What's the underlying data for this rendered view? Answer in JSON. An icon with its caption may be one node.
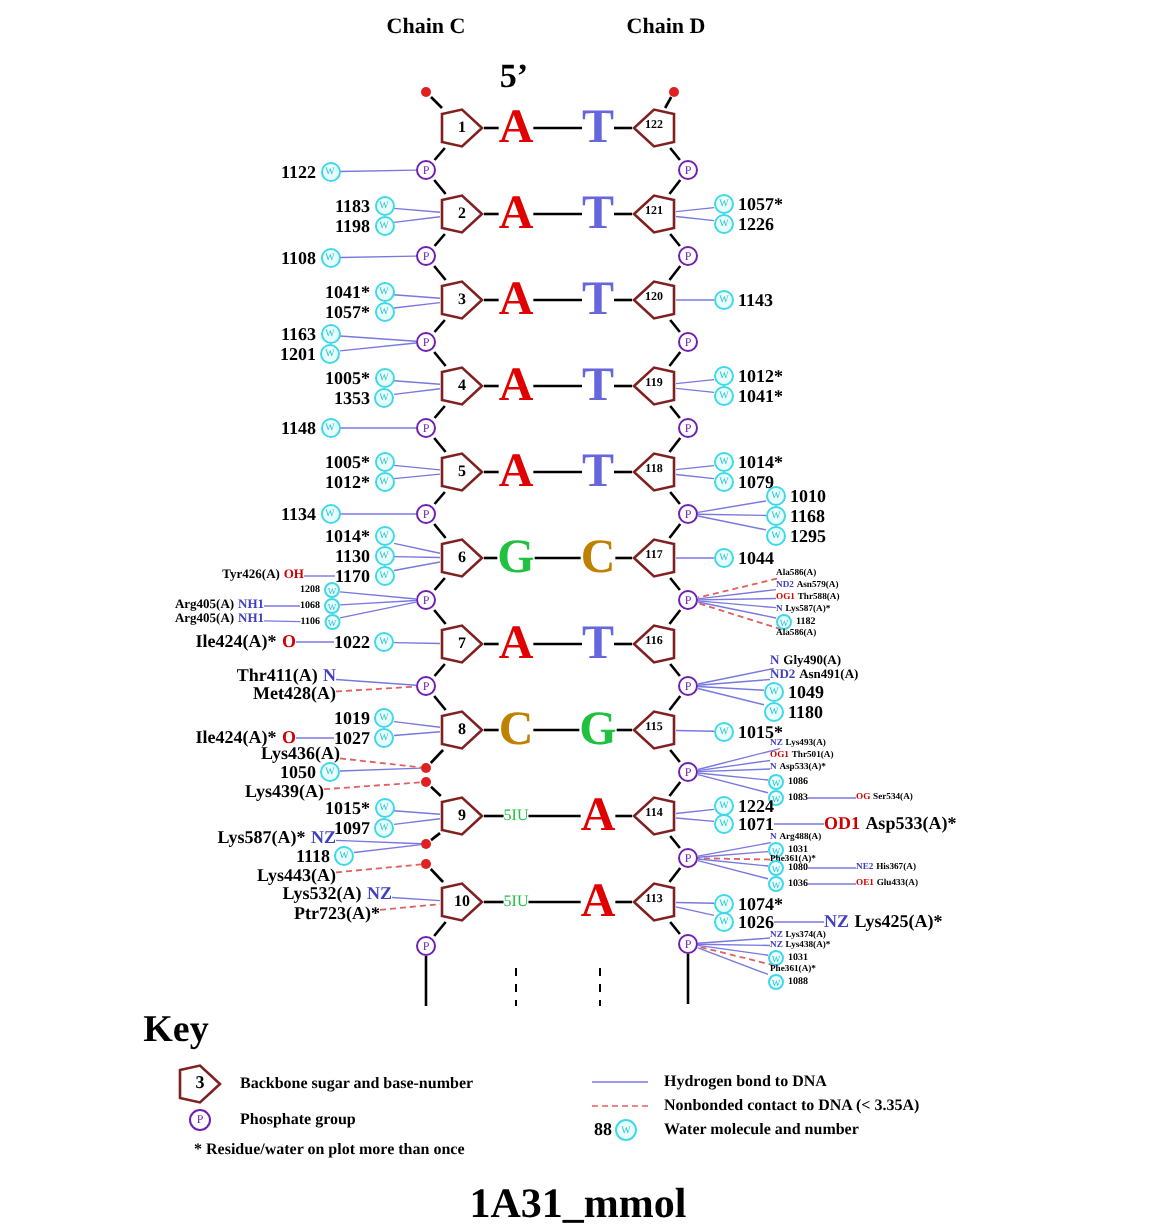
{
  "diagram": {
    "caption": "1A31_mmol",
    "nodes": [
      {
        "text": [],
        "shape": "circle"
      },
      {
        "text": [],
        "shape": "circle"
      },
      {
        "text": [
          "1"
        ]
      },
      {
        "text": [
          "A"
        ]
      },
      {
        "text": [
          "T"
        ]
      },
      {
        "text": [
          "122"
        ]
      },
      {
        "text": [
          "2"
        ]
      },
      {
        "text": [
          "A"
        ]
      },
      {
        "text": [
          "T"
        ]
      },
      {
        "text": [
          "121"
        ]
      },
      {
        "text": [
          "3"
        ]
      },
      {
        "text": [
          "A"
        ]
      },
      {
        "text": [
          "T"
        ]
      },
      {
        "text": [
          "120"
        ]
      },
      {
        "text": [
          "4"
        ]
      },
      {
        "text": [
          "A"
        ]
      },
      {
        "text": [
          "T"
        ]
      },
      {
        "text": [
          "119"
        ]
      },
      {
        "text": [
          "5"
        ]
      },
      {
        "text": [
          "A"
        ]
      },
      {
        "text": [
          "T"
        ]
      },
      {
        "text": [
          "118"
        ]
      },
      {
        "text": [
          "6"
        ]
      },
      {
        "text": [
          "G"
        ]
      },
      {
        "text": [
          "C"
        ]
      },
      {
        "text": [
          "117"
        ]
      },
      {
        "text": [
          "7"
        ]
      },
      {
        "text": [
          "A"
        ]
      },
      {
        "text": [
          "T"
        ]
      },
      {
        "text": [
          "116"
        ]
      },
      {
        "text": [
          "8"
        ]
      },
      {
        "text": [
          "C"
        ]
      },
      {
        "text": [
          "G"
        ]
      },
      {
        "text": [
          "115"
        ]
      },
      {
        "text": [
          "9"
        ]
      },
      {
        "text": [
          "5IU"
        ]
      },
      {
        "text": [
          "A"
        ]
      },
      {
        "text": [
          "114"
        ]
      },
      {
        "text": [
          "10"
        ]
      },
      {
        "text": [
          "5IU"
        ]
      },
      {
        "text": [
          "A"
        ]
      },
      {
        "text": [
          "113"
        ]
      },
      {
        "text": [
          "P"
        ]
      },
      {
        "text": [
          "P"
        ]
      },
      {
        "text": [
          "P"
        ]
      },
      {
        "text": [
          "P"
        ]
      },
      {
        "text": [
          "P"
        ]
      },
      {
        "text": [
          "P"
        ]
      },
      {
        "text": [
          "P"
        ]
      },
      {
        "text": [],
        "shape": "circle"
      },
      {
        "text": [],
        "shape": "circle"
      },
      {
        "text": [],
        "shape": "circle"
      },
      {
        "text": [],
        "shape": "circle"
      },
      {
        "text": [
          "P"
        ]
      },
      {
        "text": [
          "P"
        ]
      },
      {
        "text": [
          "P"
        ]
      },
      {
        "text": [
          "P"
        ]
      },
      {
        "text": [
          "P"
        ]
      },
      {
        "text": [
          "P"
        ]
      },
      {
        "text": [
          "P"
        ]
      },
      {
        "text": [
          "P"
        ]
      },
      {
        "text": [
          "P"
        ]
      },
      {
        "text": [
          "P"
        ]
      },
      {
        "text": [
          "P"
        ]
      },
      {
        "text": [
          "W"
        ],
        "beside": [
          "1122"
        ]
      },
      {
        "text": [
          "W"
        ],
        "beside": [
          "1183"
        ]
      },
      {
        "text": [
          "W"
        ],
        "beside": [
          "1198"
        ]
      },
      {
        "text": [
          "W"
        ],
        "beside": [
          "1108"
        ]
      },
      {
        "text": [
          "W"
        ],
        "beside": [
          "1041*"
        ]
      },
      {
        "text": [
          "W"
        ],
        "beside": [
          "1057*"
        ]
      },
      {
        "text": [
          "W"
        ],
        "beside": [
          "1163"
        ]
      },
      {
        "text": [
          "W"
        ],
        "beside": [
          "1201"
        ]
      },
      {
        "text": [
          "W"
        ],
        "beside": [
          "1005*"
        ]
      },
      {
        "text": [
          "W"
        ],
        "beside": [
          "1353"
        ]
      },
      {
        "text": [
          "W"
        ],
        "beside": [
          "1148"
        ]
      },
      {
        "text": [
          "W"
        ],
        "beside": [
          "1005*"
        ]
      },
      {
        "text": [
          "W"
        ],
        "beside": [
          "1012*"
        ]
      },
      {
        "text": [
          "W"
        ],
        "beside": [
          "1134"
        ]
      },
      {
        "text": [
          "W"
        ],
        "beside": [
          "1014*"
        ]
      },
      {
        "text": [
          "W"
        ],
        "beside": [
          "1130"
        ]
      },
      {
        "text": [
          "W"
        ],
        "beside": [
          "1170"
        ]
      },
      {
        "text": [
          "W"
        ],
        "beside": [
          "1208"
        ]
      },
      {
        "text": [
          "W"
        ],
        "beside": [
          "1068"
        ]
      },
      {
        "text": [
          "W"
        ],
        "beside": [
          "1106"
        ]
      },
      {
        "text": [
          "W"
        ],
        "beside": [
          "1022"
        ]
      },
      {
        "text": [
          "W"
        ],
        "beside": [
          "1019"
        ]
      },
      {
        "text": [
          "W"
        ],
        "beside": [
          "1027"
        ]
      },
      {
        "text": [
          "W"
        ],
        "beside": [
          "1050"
        ]
      },
      {
        "text": [
          "W"
        ],
        "beside": [
          "1015*"
        ]
      },
      {
        "text": [
          "W"
        ],
        "beside": [
          "1097"
        ]
      },
      {
        "text": [
          "W"
        ],
        "beside": [
          "1118"
        ]
      },
      {
        "text": [
          "Tyr426(A)",
          "OH"
        ]
      },
      {
        "text": [
          "Arg405(A)",
          "NH1"
        ]
      },
      {
        "text": [
          "Arg405(A)",
          "NH1"
        ]
      },
      {
        "text": [
          "Ile424(A)*",
          "O"
        ]
      },
      {
        "text": [
          "Thr411(A)",
          "N"
        ]
      },
      {
        "text": [
          "Met428(A)"
        ]
      },
      {
        "text": [
          "Ile424(A)*",
          "O"
        ]
      },
      {
        "text": [
          "Lys436(A)"
        ]
      },
      {
        "text": [
          "Lys439(A)"
        ]
      },
      {
        "text": [
          "Lys587(A)*",
          "NZ"
        ]
      },
      {
        "text": [
          "Lys443(A)"
        ]
      },
      {
        "text": [
          "Lys532(A)",
          "NZ"
        ]
      },
      {
        "text": [
          "Ptr723(A)*"
        ]
      },
      {
        "text": [
          "W"
        ],
        "beside": [
          "1057*"
        ]
      },
      {
        "text": [
          "W"
        ],
        "beside": [
          "1226"
        ]
      },
      {
        "text": [
          "W"
        ],
        "beside": [
          "1143"
        ]
      },
      {
        "text": [
          "W"
        ],
        "beside": [
          "1012*"
        ]
      },
      {
        "text": [
          "W"
        ],
        "beside": [
          "1041*"
        ]
      },
      {
        "text": [
          "W"
        ],
        "beside": [
          "1014*"
        ]
      },
      {
        "text": [
          "W"
        ],
        "beside": [
          "1079"
        ]
      },
      {
        "text": [
          "W"
        ],
        "beside": [
          "1010"
        ]
      },
      {
        "text": [
          "W"
        ],
        "beside": [
          "1168"
        ]
      },
      {
        "text": [
          "W"
        ],
        "beside": [
          "1295"
        ]
      },
      {
        "text": [
          "W"
        ],
        "beside": [
          "1044"
        ]
      },
      {
        "text": [
          "Ala586(A)"
        ]
      },
      {
        "text": [
          "ND2",
          "Asn579(A)"
        ]
      },
      {
        "text": [
          "OG1",
          "Thr588(A)"
        ]
      },
      {
        "text": [
          "N",
          "Lys587(A)*"
        ]
      },
      {
        "text": [
          "W"
        ],
        "beside": [
          "1182"
        ]
      },
      {
        "text": [
          "Ala586(A)"
        ]
      },
      {
        "text": [
          "N",
          "Gly490(A)"
        ]
      },
      {
        "text": [
          "ND2",
          "Asn491(A)"
        ]
      },
      {
        "text": [
          "W"
        ],
        "beside": [
          "1049"
        ]
      },
      {
        "text": [
          "W"
        ],
        "beside": [
          "1180"
        ]
      },
      {
        "text": [
          "W"
        ],
        "beside": [
          "1015*"
        ]
      },
      {
        "text": [
          "NZ",
          "Lys493(A)"
        ]
      },
      {
        "text": [
          "OG1",
          "Thr501(A)"
        ]
      },
      {
        "text": [
          "N",
          "Asp533(A)*"
        ]
      },
      {
        "text": [
          "W"
        ],
        "beside": [
          "1086"
        ]
      },
      {
        "text": [
          "W"
        ],
        "beside": [
          "1083"
        ]
      },
      {
        "text": [
          "OG",
          "Ser534(A)"
        ]
      },
      {
        "text": [
          "W"
        ],
        "beside": [
          "1224"
        ]
      },
      {
        "text": [
          "W"
        ],
        "beside": [
          "1071"
        ]
      },
      {
        "text": [
          "OD1",
          "Asp533(A)*"
        ]
      },
      {
        "text": [
          "N",
          "Arg488(A)"
        ]
      },
      {
        "text": [
          "W"
        ],
        "beside": [
          "1031"
        ]
      },
      {
        "text": [
          "Phe361(A)*"
        ]
      },
      {
        "text": [
          "W"
        ],
        "beside": [
          "1080"
        ]
      },
      {
        "text": [
          "W"
        ],
        "beside": [
          "1036"
        ]
      },
      {
        "text": [
          "NE2",
          "His367(A)"
        ]
      },
      {
        "text": [
          "OE1",
          "Glu433(A)"
        ]
      },
      {
        "text": [
          "W"
        ],
        "beside": [
          "1074*"
        ]
      },
      {
        "text": [
          "W"
        ],
        "beside": [
          "1026"
        ]
      },
      {
        "text": [
          "NZ",
          "Lys425(A)*"
        ]
      },
      {
        "text": [
          "NZ",
          "Lys374(A)"
        ]
      },
      {
        "text": [
          "NZ",
          "Lys438(A)*"
        ]
      },
      {
        "text": [
          "W"
        ],
        "beside": [
          "1031"
        ]
      },
      {
        "text": [
          "Phe361(A)*"
        ]
      },
      {
        "text": [
          "W"
        ],
        "beside": [
          "1088"
        ]
      }
    ],
    "edges": [
      {
        "from": 0,
        "to": 2,
        "arrow": "none",
        "color": "#000000"
      },
      {
        "from": 2,
        "to": 42,
        "arrow": "none",
        "color": "#000000"
      },
      {
        "from": 42,
        "to": 6,
        "arrow": "none",
        "color": "#000000"
      },
      {
        "from": 6,
        "to": 43,
        "arrow": "none",
        "color": "#000000"
      },
      {
        "from": 43,
        "to": 10,
        "arrow": "none",
        "color": "#000000"
      },
      {
        "from": 10,
        "to": 44,
        "arrow": "none",
        "color": "#000000"
      },
      {
        "from": 44,
        "to": 14,
        "arrow": "none",
        "color": "#000000"
      },
      {
        "from": 14,
        "to": 45,
        "arrow": "none",
        "color": "#000000"
      },
      {
        "from": 45,
        "to": 18,
        "arrow": "none",
        "color": "#000000"
      },
      {
        "from": 18,
        "to": 46,
        "arrow": "none",
        "color": "#000000"
      },
      {
        "from": 46,
        "to": 22,
        "arrow": "none",
        "color": "#000000"
      },
      {
        "from": 22,
        "to": 47,
        "arrow": "none",
        "color": "#000000"
      },
      {
        "from": 47,
        "to": 26,
        "arrow": "none",
        "color": "#000000"
      },
      {
        "from": 26,
        "to": 48,
        "arrow": "none",
        "color": "#000000"
      },
      {
        "from": 48,
        "to": 30,
        "arrow": "none",
        "color": "#000000"
      },
      {
        "from": 30,
        "to": 49,
        "arrow": "none",
        "color": "#000000"
      },
      {
        "from": 50,
        "to": 34,
        "arrow": "none",
        "color": "#000000"
      },
      {
        "from": 34,
        "to": 51,
        "arrow": "none",
        "color": "#000000"
      },
      {
        "from": 52,
        "to": 38,
        "arrow": "none",
        "color": "#000000"
      },
      {
        "from": 38,
        "to": 53,
        "arrow": "none",
        "color": "#000000"
      },
      {
        "from": 53,
        "to": null,
        "arrow": "none",
        "color": "#000000"
      },
      {
        "from": 1,
        "to": 5,
        "arrow": "none",
        "color": "#000000"
      },
      {
        "from": 5,
        "to": 54,
        "arrow": "none",
        "color": "#000000"
      },
      {
        "from": 54,
        "to": 9,
        "arrow": "none",
        "color": "#000000"
      },
      {
        "from": 9,
        "to": 55,
        "arrow": "none",
        "color": "#000000"
      },
      {
        "from": 55,
        "to": 13,
        "arrow": "none",
        "color": "#000000"
      },
      {
        "from": 13,
        "to": 56,
        "arrow": "none",
        "color": "#000000"
      },
      {
        "from": 56,
        "to": 17,
        "arrow": "none",
        "color": "#000000"
      },
      {
        "from": 17,
        "to": 57,
        "arrow": "none",
        "color": "#000000"
      },
      {
        "from": 57,
        "to": 21,
        "arrow": "none",
        "color": "#000000"
      },
      {
        "from": 21,
        "to": 58,
        "arrow": "none",
        "color": "#000000"
      },
      {
        "from": 58,
        "to": 25,
        "arrow": "none",
        "color": "#000000"
      },
      {
        "from": 25,
        "to": 59,
        "arrow": "none",
        "color": "#000000"
      },
      {
        "from": 59,
        "to": 29,
        "arrow": "none",
        "color": "#000000"
      },
      {
        "from": 29,
        "to": 60,
        "arrow": "none",
        "color": "#000000"
      },
      {
        "from": 60,
        "to": 33,
        "arrow": "none",
        "color": "#000000"
      },
      {
        "from": 33,
        "to": 61,
        "arrow": "none",
        "color": "#000000"
      },
      {
        "from": 61,
        "to": 37,
        "arrow": "none",
        "color": "#000000"
      },
      {
        "from": 37,
        "to": 62,
        "arrow": "none",
        "color": "#000000"
      },
      {
        "from": 62,
        "to": 41,
        "arrow": "none",
        "color": "#000000"
      },
      {
        "from": 41,
        "to": 63,
        "arrow": "none",
        "color": "#000000"
      },
      {
        "from": 63,
        "to": null,
        "arrow": "none",
        "color": "#000000"
      },
      {
        "from": 2,
        "to": 3,
        "arrow": "none",
        "color": "#000000"
      },
      {
        "from": 3,
        "to": 4,
        "arrow": "none",
        "color": "#000000"
      },
      {
        "from": 4,
        "to": 5,
        "arrow": "none",
        "color": "#000000"
      },
      {
        "from": 6,
        "to": 7,
        "arrow": "none",
        "color": "#000000"
      },
      {
        "from": 7,
        "to": 8,
        "arrow": "none",
        "color": "#000000"
      },
      {
        "from": 8,
        "to": 9,
        "arrow": "none",
        "color": "#000000"
      },
      {
        "from": 10,
        "to": 11,
        "arrow": "none",
        "color": "#000000"
      },
      {
        "from": 11,
        "to": 12,
        "arrow": "none",
        "color": "#000000"
      },
      {
        "from": 12,
        "to": 13,
        "arrow": "none",
        "color": "#000000"
      },
      {
        "from": 14,
        "to": 15,
        "arrow": "none",
        "color": "#000000"
      },
      {
        "from": 15,
        "to": 16,
        "arrow": "none",
        "color": "#000000"
      },
      {
        "from": 16,
        "to": 17,
        "arrow": "none",
        "color": "#000000"
      },
      {
        "from": 18,
        "to": 19,
        "arrow": "none",
        "color": "#000000"
      },
      {
        "from": 19,
        "to": 20,
        "arrow": "none",
        "color": "#000000"
      },
      {
        "from": 20,
        "to": 21,
        "arrow": "none",
        "color": "#000000"
      },
      {
        "from": 22,
        "to": 23,
        "arrow": "none",
        "color": "#000000"
      },
      {
        "from": 23,
        "to": 24,
        "arrow": "none",
        "color": "#000000"
      },
      {
        "from": 24,
        "to": 25,
        "arrow": "none",
        "color": "#000000"
      },
      {
        "from": 26,
        "to": 27,
        "arrow": "none",
        "color": "#000000"
      },
      {
        "from": 27,
        "to": 28,
        "arrow": "none",
        "color": "#000000"
      },
      {
        "from": 28,
        "to": 29,
        "arrow": "none",
        "color": "#000000"
      },
      {
        "from": 30,
        "to": 31,
        "arrow": "none",
        "color": "#000000"
      },
      {
        "from": 31,
        "to": 32,
        "arrow": "none",
        "color": "#000000"
      },
      {
        "from": 32,
        "to": 33,
        "arrow": "none",
        "color": "#000000"
      },
      {
        "from": 34,
        "to": 35,
        "arrow": "none",
        "color": "#000000"
      },
      {
        "from": 35,
        "to": 36,
        "arrow": "none",
        "color": "#000000"
      },
      {
        "from": 36,
        "to": 37,
        "arrow": "none",
        "color": "#000000"
      },
      {
        "from": 38,
        "to": 39,
        "arrow": "none",
        "color": "#000000"
      },
      {
        "from": 39,
        "to": 40,
        "arrow": "none",
        "color": "#000000"
      },
      {
        "from": 40,
        "to": 41,
        "arrow": "none",
        "color": "#000000"
      },
      {
        "from": 64,
        "to": 42,
        "arrow": "none"
      },
      {
        "from": 65,
        "to": 6,
        "arrow": "none"
      },
      {
        "from": 66,
        "to": 6,
        "arrow": "none"
      },
      {
        "from": 67,
        "to": 43,
        "arrow": "none"
      },
      {
        "from": 68,
        "to": 10,
        "arrow": "none"
      },
      {
        "from": 69,
        "to": 10,
        "arrow": "none"
      },
      {
        "from": 70,
        "to": 44,
        "arrow": "none"
      },
      {
        "from": 71,
        "to": 44,
        "arrow": "none"
      },
      {
        "from": 72,
        "to": 14,
        "arrow": "none"
      },
      {
        "from": 73,
        "to": 14,
        "arrow": "none"
      },
      {
        "from": 74,
        "to": 45,
        "arrow": "none"
      },
      {
        "from": 75,
        "to": 18,
        "arrow": "none"
      },
      {
        "from": 76,
        "to": 18,
        "arrow": "none"
      },
      {
        "from": 77,
        "to": 46,
        "arrow": "none"
      },
      {
        "from": 78,
        "to": 22,
        "arrow": "none"
      },
      {
        "from": 79,
        "to": 22,
        "arrow": "none"
      },
      {
        "from": 80,
        "to": 22,
        "arrow": "none"
      },
      {
        "from": 81,
        "to": 47,
        "arrow": "none"
      },
      {
        "from": 82,
        "to": 47,
        "arrow": "none"
      },
      {
        "from": 83,
        "to": 47,
        "arrow": "none"
      },
      {
        "from": 84,
        "to": 26,
        "arrow": "none"
      },
      {
        "from": 85,
        "to": 30,
        "arrow": "none"
      },
      {
        "from": 86,
        "to": 30,
        "arrow": "none"
      },
      {
        "from": 87,
        "to": 49,
        "arrow": "none"
      },
      {
        "from": 88,
        "to": 34,
        "arrow": "none"
      },
      {
        "from": 89,
        "to": 34,
        "arrow": "none"
      },
      {
        "from": 90,
        "to": 51,
        "arrow": "none"
      },
      {
        "from": 91,
        "to": 80,
        "arrow": "none"
      },
      {
        "from": 92,
        "to": 82,
        "arrow": "none"
      },
      {
        "from": 93,
        "to": 83,
        "arrow": "none"
      },
      {
        "from": 94,
        "to": 84,
        "arrow": "none"
      },
      {
        "from": 95,
        "to": 48,
        "arrow": "none"
      },
      {
        "from": 96,
        "to": 48,
        "arrow": "none",
        "style": "dashed",
        "color": "#e06060"
      },
      {
        "from": 97,
        "to": 86,
        "arrow": "none"
      },
      {
        "from": 98,
        "to": 49,
        "arrow": "none",
        "style": "dashed",
        "color": "#e06060"
      },
      {
        "from": 99,
        "to": 50,
        "arrow": "none",
        "style": "dashed",
        "color": "#e06060"
      },
      {
        "from": 100,
        "to": 51,
        "arrow": "none"
      },
      {
        "from": 101,
        "to": 52,
        "arrow": "none",
        "style": "dashed",
        "color": "#e06060"
      },
      {
        "from": 102,
        "to": 38,
        "arrow": "none"
      },
      {
        "from": 103,
        "to": 38,
        "arrow": "none",
        "style": "dashed",
        "color": "#e06060"
      },
      {
        "from": 104,
        "to": 9,
        "arrow": "none"
      },
      {
        "from": 105,
        "to": 9,
        "arrow": "none"
      },
      {
        "from": 106,
        "to": 13,
        "arrow": "none"
      },
      {
        "from": 107,
        "to": 17,
        "arrow": "none"
      },
      {
        "from": 108,
        "to": 17,
        "arrow": "none"
      },
      {
        "from": 109,
        "to": 21,
        "arrow": "none"
      },
      {
        "from": 110,
        "to": 21,
        "arrow": "none"
      },
      {
        "from": 111,
        "to": 58,
        "arrow": "none"
      },
      {
        "from": 112,
        "to": 58,
        "arrow": "none"
      },
      {
        "from": 113,
        "to": 58,
        "arrow": "none"
      },
      {
        "from": 114,
        "to": 25,
        "arrow": "none"
      },
      {
        "from": 115,
        "to": 59,
        "arrow": "none",
        "style": "dashed",
        "color": "#e06060"
      },
      {
        "from": 116,
        "to": 59,
        "arrow": "none"
      },
      {
        "from": 117,
        "to": 59,
        "arrow": "none"
      },
      {
        "from": 118,
        "to": 59,
        "arrow": "none"
      },
      {
        "from": 119,
        "to": 59,
        "arrow": "none"
      },
      {
        "from": 120,
        "to": 59,
        "arrow": "none",
        "style": "dashed",
        "color": "#e06060"
      },
      {
        "from": 121,
        "to": 60,
        "arrow": "none"
      },
      {
        "from": 122,
        "to": 60,
        "arrow": "none"
      },
      {
        "from": 123,
        "to": 60,
        "arrow": "none"
      },
      {
        "from": 124,
        "to": 60,
        "arrow": "none"
      },
      {
        "from": 125,
        "to": 33,
        "arrow": "none"
      },
      {
        "from": 126,
        "to": 61,
        "arrow": "none"
      },
      {
        "from": 127,
        "to": 61,
        "arrow": "none"
      },
      {
        "from": 128,
        "to": 61,
        "arrow": "none"
      },
      {
        "from": 129,
        "to": 61,
        "arrow": "none"
      },
      {
        "from": 130,
        "to": 61,
        "arrow": "none"
      },
      {
        "from": 131,
        "to": 130,
        "arrow": "none"
      },
      {
        "from": 132,
        "to": 37,
        "arrow": "none"
      },
      {
        "from": 133,
        "to": 37,
        "arrow": "none"
      },
      {
        "from": 134,
        "to": 133,
        "arrow": "none"
      },
      {
        "from": 135,
        "to": 62,
        "arrow": "none"
      },
      {
        "from": 136,
        "to": 62,
        "arrow": "none"
      },
      {
        "from": 137,
        "to": 62,
        "arrow": "none",
        "style": "dashed",
        "color": "#e06060"
      },
      {
        "from": 138,
        "to": 62,
        "arrow": "none"
      },
      {
        "from": 139,
        "to": 62,
        "arrow": "none"
      },
      {
        "from": 140,
        "to": 138,
        "arrow": "none"
      },
      {
        "from": 141,
        "to": 139,
        "arrow": "none"
      },
      {
        "from": 142,
        "to": 41,
        "arrow": "none"
      },
      {
        "from": 143,
        "to": 41,
        "arrow": "none"
      },
      {
        "from": 144,
        "to": 143,
        "arrow": "none"
      },
      {
        "from": 145,
        "to": 63,
        "arrow": "none"
      },
      {
        "from": 146,
        "to": 63,
        "arrow": "none"
      },
      {
        "from": 147,
        "to": 63,
        "arrow": "none"
      },
      {
        "from": 148,
        "to": 63,
        "arrow": "none",
        "style": "dashed",
        "color": "#e06060"
      },
      {
        "from": 149,
        "to": 63,
        "arrow": "none"
      }
    ],
    "labels": [
      "Chain C",
      "Chain D",
      "5’",
      "Key",
      "3",
      "P",
      "88",
      "W"
    ],
    "legend": [
      {
        "text": "Backbone sugar and base-number"
      },
      {
        "text": "Phosphate group"
      },
      {
        "text": "* Residue/water on plot more than once"
      },
      {
        "text": "Hydrogen bond to DNA"
      },
      {
        "text": "Nonbonded contact to DNA (< 3.35A)"
      },
      {
        "text": "Water molecule and number"
      }
    ]
  }
}
